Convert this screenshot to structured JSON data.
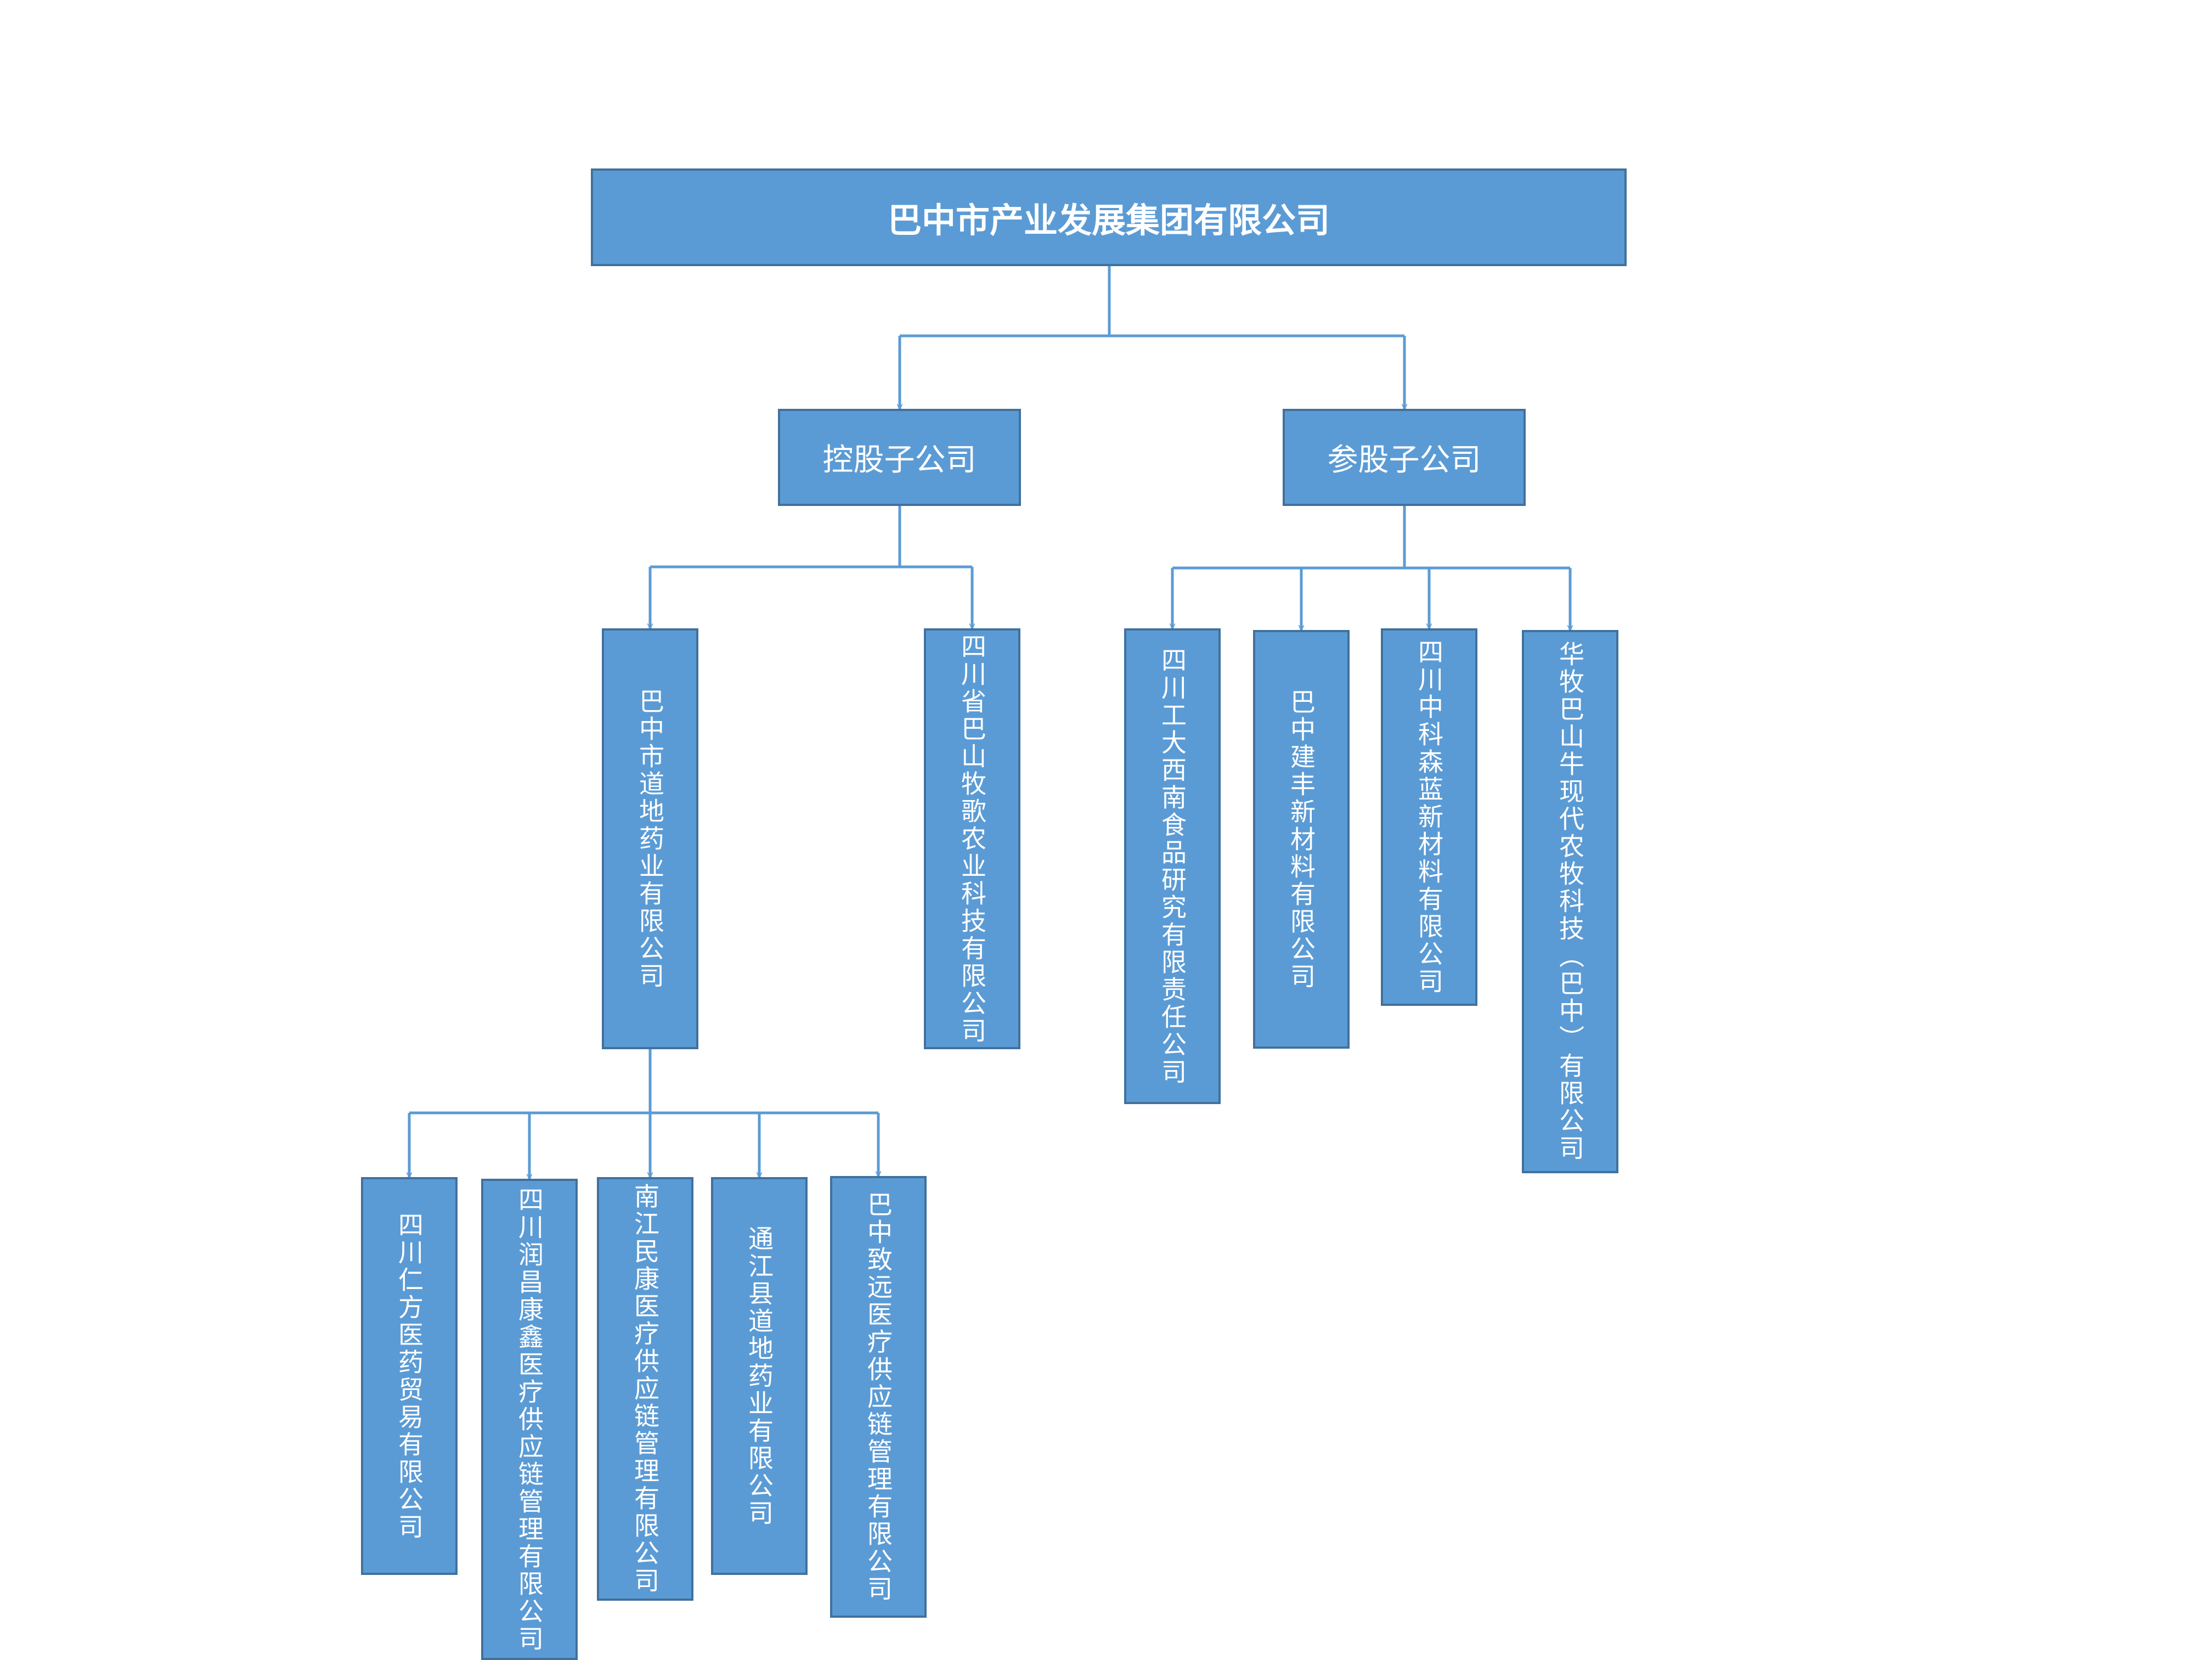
{
  "colors": {
    "box_fill": "#5b9bd5",
    "box_border": "#41719c",
    "connector": "#5b9bd5",
    "text": "#ffffff"
  },
  "root": {
    "label": "巴中市产业发展集团有限公司"
  },
  "groups": [
    {
      "label": "控股子公司",
      "children": [
        {
          "label": "巴中市道地药业有限公司",
          "children": [
            {
              "label": "四川仁方医药贸易有限公司"
            },
            {
              "label": "四川润昌康鑫医疗供应链管理有限公司"
            },
            {
              "label": "南江民康医疗供应链管理有限公司"
            },
            {
              "label": "通江县道地药业有限公司"
            },
            {
              "label": "巴中致远医疗供应链管理有限公司"
            }
          ]
        },
        {
          "label": "四川省巴山牧歌农业科技有限公司"
        }
      ]
    },
    {
      "label": "参股子公司",
      "children": [
        {
          "label": "四川工大西南食品研究有限责任公司"
        },
        {
          "label": "巴中建丰新材料有限公司"
        },
        {
          "label": "四川中科森蓝新材料有限公司"
        },
        {
          "label": "华牧巴山牛现代农牧科技（巴中）有限公司"
        }
      ]
    }
  ]
}
